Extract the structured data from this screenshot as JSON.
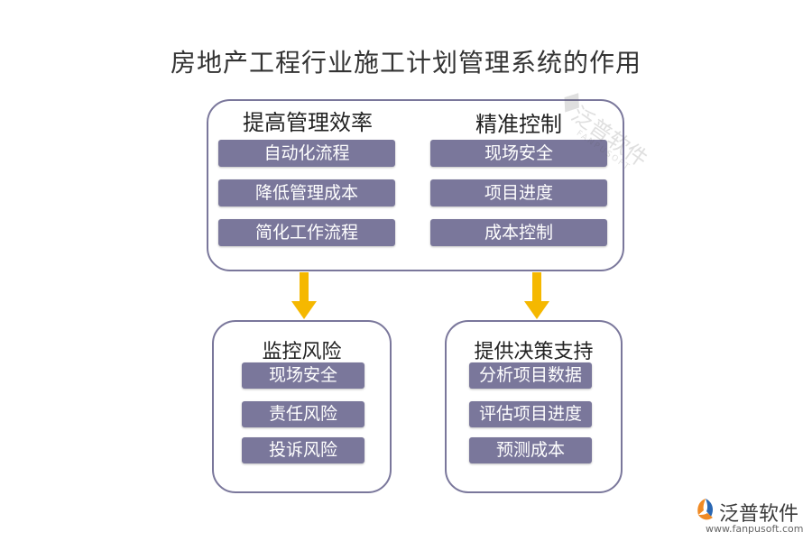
{
  "title": "房地产工程行业施工计划管理系统的作用",
  "top_panel": {
    "left": {
      "heading": "提高管理效率",
      "items": [
        "自动化流程",
        "降低管理成本",
        "简化工作流程"
      ]
    },
    "right": {
      "heading": "精准控制",
      "items": [
        "现场安全",
        "项目进度",
        "成本控制"
      ]
    }
  },
  "bottom_left": {
    "heading": "监控风险",
    "items": [
      "现场安全",
      "责任风险",
      "投诉风险"
    ]
  },
  "bottom_right": {
    "heading": "提供决策支持",
    "items": [
      "分析项目数据",
      "评估项目进度",
      "预测成本"
    ]
  },
  "colors": {
    "pill": "#7a779b",
    "border": "#7a779b",
    "arrow": "#f5b800",
    "logo_orange": "#f08a24",
    "logo_blue": "#2a67b3"
  },
  "watermark": {
    "text": "泛普软件",
    "sub": "FANPUSOFT"
  },
  "logo": {
    "text": "泛普软件",
    "url": "www.fanpusoft.com",
    "icon": "fanpu-logo-icon"
  }
}
